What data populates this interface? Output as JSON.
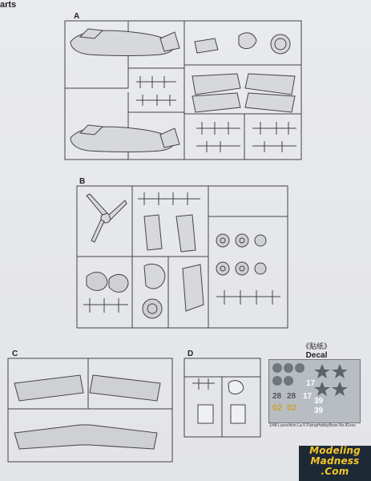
{
  "header": {
    "title": "arts"
  },
  "sprues": [
    {
      "id": "A",
      "letter": "A"
    },
    {
      "id": "B",
      "letter": "B"
    },
    {
      "id": "C",
      "letter": "C"
    },
    {
      "id": "D",
      "letter": "D"
    }
  ],
  "decal": {
    "title_cn": "《贴纸》",
    "title_en": "Decal",
    "caption_left": "1/48   Lavochkin La-5 Flying",
    "caption_right": "HobbyBoss No.81xxx",
    "markings": [
      "17",
      "17",
      "02",
      "02",
      "39",
      "39",
      "28",
      "28"
    ]
  },
  "logo": {
    "line1": "Modeling",
    "line2": "Madness",
    "line3": ".Com"
  }
}
